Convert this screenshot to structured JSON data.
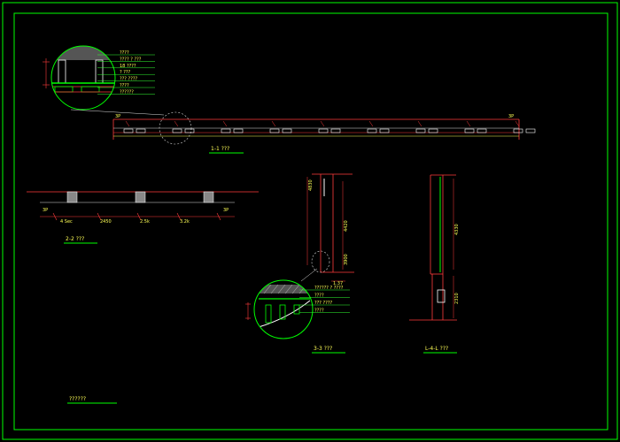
{
  "drawing": {
    "title_block": "??????",
    "colors": {
      "background": "#000000",
      "border": "#00ff00",
      "section_line": "#ff3b3b",
      "detail_circle": "#00ff00",
      "text": "#ffff55",
      "callout": "#33ff33",
      "hatch": "#cccccc"
    }
  },
  "sections": {
    "s1": {
      "caption": "1-1 ???"
    },
    "s2": {
      "caption": "2-2 ???",
      "dims": [
        "4 Sec",
        "2450",
        "2.5k",
        "3.2k"
      ]
    },
    "s3": {
      "caption": "3-3 ???",
      "dims": [
        "4830",
        "4420",
        "3900",
        "1.37"
      ]
    },
    "s4": {
      "caption": "L-4-L ???",
      "dims": [
        "4330",
        "2310"
      ]
    }
  },
  "detail_a": {
    "notes": [
      "????",
      "???? ? ???",
      "18 ????",
      "? ???",
      "??? ????",
      "????",
      "??????"
    ]
  },
  "detail_b": {
    "notes": [
      "?????? ? ????",
      "????",
      "??? ????",
      "????"
    ]
  }
}
